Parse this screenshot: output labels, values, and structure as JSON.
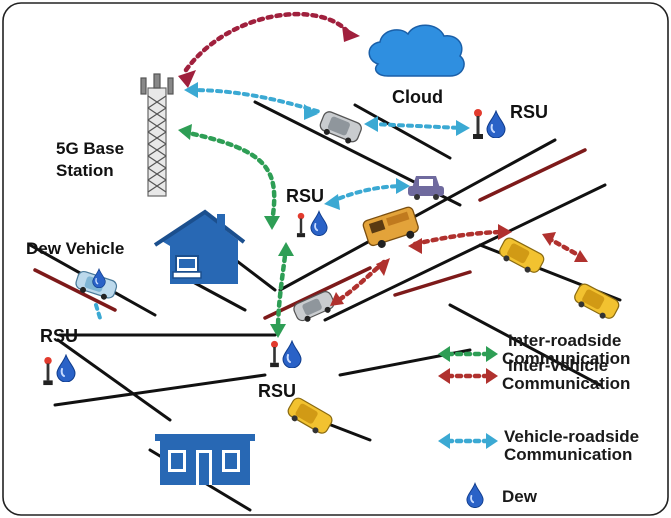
{
  "labels": {
    "base_station": [
      "5G Base",
      "Station"
    ],
    "cloud": "Cloud",
    "rsu": "RSU",
    "dew_vehicle": "Dew Vehicle"
  },
  "legend": {
    "inter_roadside": [
      "Inter-roadside",
      "Communication"
    ],
    "inter_vehicle": [
      "Inter-vehicle",
      "Communication"
    ],
    "vehicle_roadside": [
      "Vehicle-roadside",
      "Communication"
    ],
    "dew": "Dew"
  },
  "colors": {
    "inter_roadside": "#2e9e55",
    "inter_vehicle": "#b0312e",
    "vehicle_roadside": "#3ba9d3",
    "cloud_link": "#a0203d",
    "cloud": "#2f8fe0",
    "house": "#2868b4",
    "dew": "#2a62c7",
    "lane": "#7d1a1a"
  }
}
